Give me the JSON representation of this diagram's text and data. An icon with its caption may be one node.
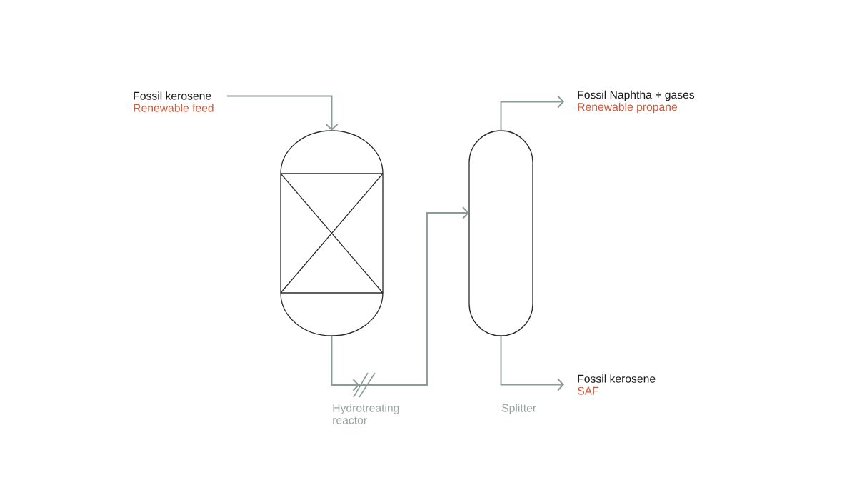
{
  "diagram": {
    "nodes": [
      {
        "text": [
          "Fossil kerosene",
          "Renewable feed"
        ]
      },
      {
        "text": [],
        "shape": "cylinder"
      },
      {
        "text": [],
        "shape": "cylinder"
      },
      {
        "text": [
          "Fossil Naphtha + gases",
          "Renewable propane"
        ]
      },
      {
        "text": [
          "Fossil kerosene",
          "SAF"
        ]
      }
    ],
    "edges": [
      {
        "from": 0,
        "to": 1,
        "arrow": "to"
      },
      {
        "from": 1,
        "to": 2,
        "arrow": "to"
      },
      {
        "from": 2,
        "to": 3,
        "arrow": "to"
      },
      {
        "from": 2,
        "to": 4,
        "arrow": "to"
      }
    ],
    "labels": [
      "Hydrotreating reactor",
      "Splitter"
    ]
  }
}
